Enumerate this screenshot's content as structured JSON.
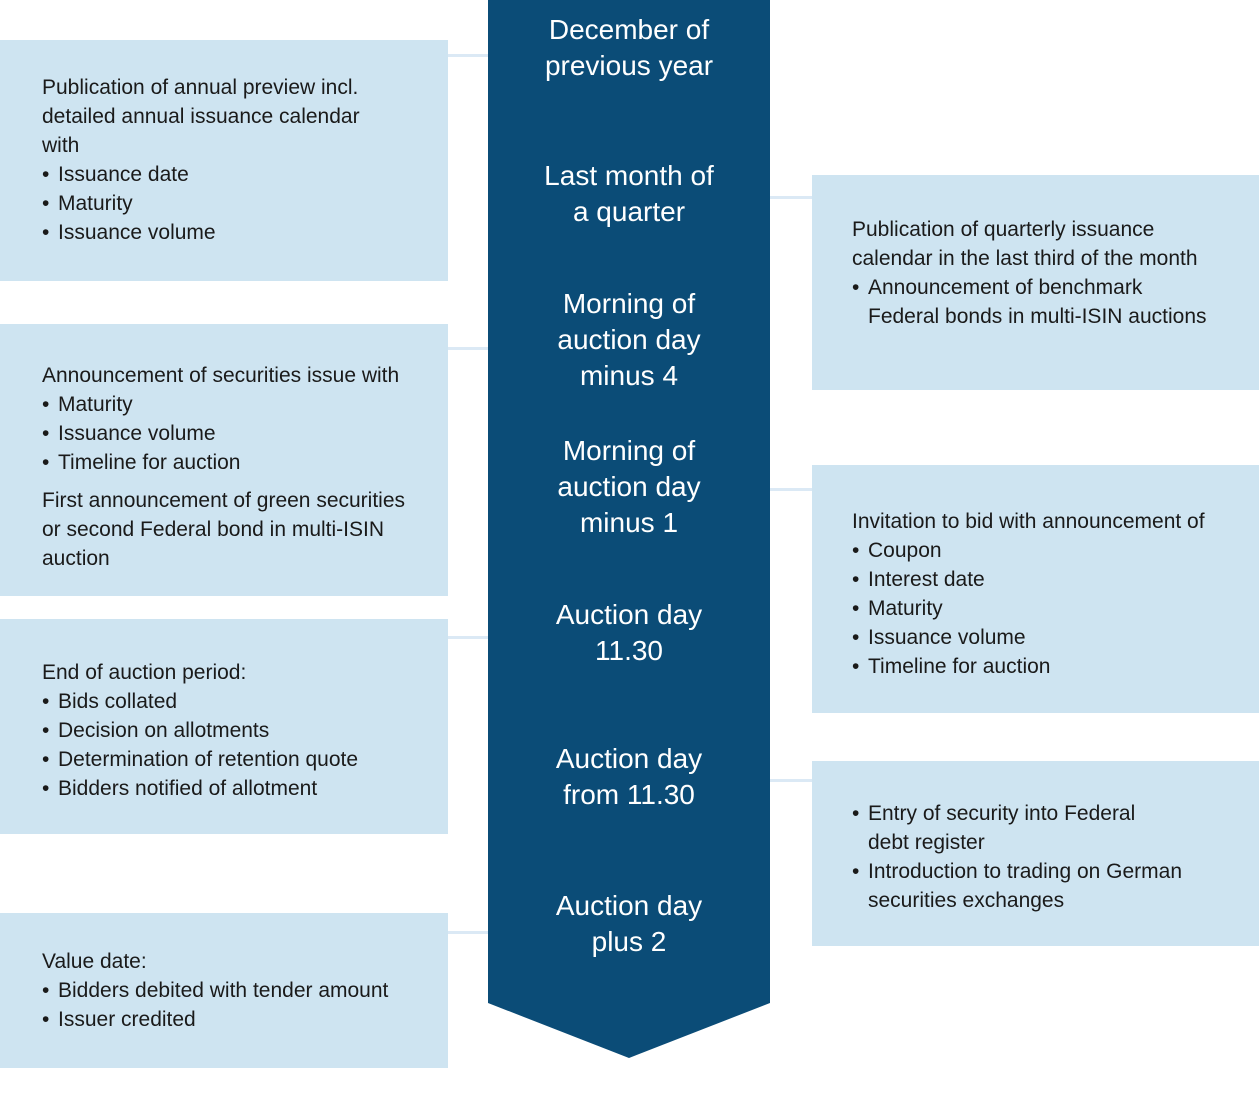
{
  "colors": {
    "navy": "#0b4c77",
    "box": "#cee4f1",
    "line": "#dbe9f5",
    "ink": "#1a1a1a"
  },
  "timeline": {
    "labels": [
      {
        "text": "December of\nprevious year"
      },
      {
        "text": "Last month of\na quarter"
      },
      {
        "text": "Morning of\nauction day\nminus 4"
      },
      {
        "text": "Morning of\nauction day\nminus 1"
      },
      {
        "text": "Auction day\n11.30"
      },
      {
        "text": "Auction day\nfrom 11.30"
      },
      {
        "text": "Auction day\nplus 2"
      }
    ]
  },
  "boxes": {
    "left": [
      {
        "name": "annual-preview",
        "items": [
          {
            "type": "p",
            "text": "Publication of annual preview incl.\ndetailed annual issuance calendar\nwith"
          },
          {
            "type": "bullet",
            "text": "Issuance date"
          },
          {
            "type": "bullet",
            "text": "Maturity"
          },
          {
            "type": "bullet",
            "text": "Issuance volume"
          }
        ]
      },
      {
        "name": "securities-announcement",
        "items": [
          {
            "type": "p",
            "text": "Announcement of securities issue with"
          },
          {
            "type": "bullet",
            "text": "Maturity"
          },
          {
            "type": "bullet",
            "text": "Issuance volume"
          },
          {
            "type": "bullet",
            "text": "Timeline for auction"
          },
          {
            "type": "p",
            "text": "First announcement of green securities\nor second Federal bond in multi-ISIN\nauction"
          }
        ]
      },
      {
        "name": "end-of-auction-period",
        "items": [
          {
            "type": "p",
            "text": "End of auction period:"
          },
          {
            "type": "bullet",
            "text": "Bids collated"
          },
          {
            "type": "bullet",
            "text": "Decision on allotments"
          },
          {
            "type": "bullet",
            "text": "Determination of retention quote"
          },
          {
            "type": "bullet",
            "text": "Bidders notified of allotment"
          }
        ]
      },
      {
        "name": "value-date",
        "items": [
          {
            "type": "p",
            "text": "Value date:"
          },
          {
            "type": "bullet",
            "text": "Bidders debited with tender amount"
          },
          {
            "type": "bullet",
            "text": "Issuer credited"
          }
        ]
      }
    ],
    "right": [
      {
        "name": "quarterly-calendar",
        "items": [
          {
            "type": "p",
            "text": "Publication of quarterly issuance\ncalendar in the last third of the month"
          },
          {
            "type": "bullet",
            "text": "Announcement of benchmark\nFederal bonds in multi-ISIN auctions"
          }
        ]
      },
      {
        "name": "invitation-to-bid",
        "items": [
          {
            "type": "p",
            "text": "Invitation to bid with announcement of"
          },
          {
            "type": "bullet",
            "text": "Coupon"
          },
          {
            "type": "bullet",
            "text": "Interest date"
          },
          {
            "type": "bullet",
            "text": "Maturity"
          },
          {
            "type": "bullet",
            "text": "Issuance volume"
          },
          {
            "type": "bullet",
            "text": "Timeline for auction"
          }
        ]
      },
      {
        "name": "registration-and-trading",
        "items": [
          {
            "type": "bullet",
            "text": "Entry of security into Federal\ndebt register"
          },
          {
            "type": "bullet",
            "text": "Introduction to trading on German\nsecurities exchanges"
          }
        ]
      }
    ]
  }
}
